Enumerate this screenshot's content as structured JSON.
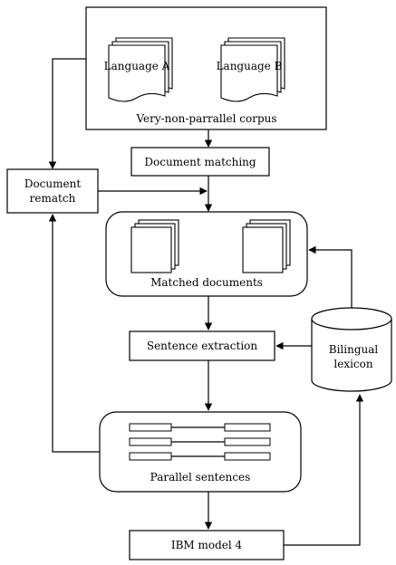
{
  "corpus": {
    "language_a": "Language A",
    "language_b": "Language B",
    "label": "Very-non-parrallel corpus"
  },
  "steps": {
    "document_matching": "Document matching",
    "document_rematch_line1": "Document",
    "document_rematch_line2": "rematch",
    "matched_documents": "Matched documents",
    "sentence_extraction": "Sentence extraction",
    "parallel_sentences": "Parallel sentences",
    "ibm_model": "IBM model 4"
  },
  "lexicon": {
    "line1": "Bilingual",
    "line2": "lexicon"
  }
}
